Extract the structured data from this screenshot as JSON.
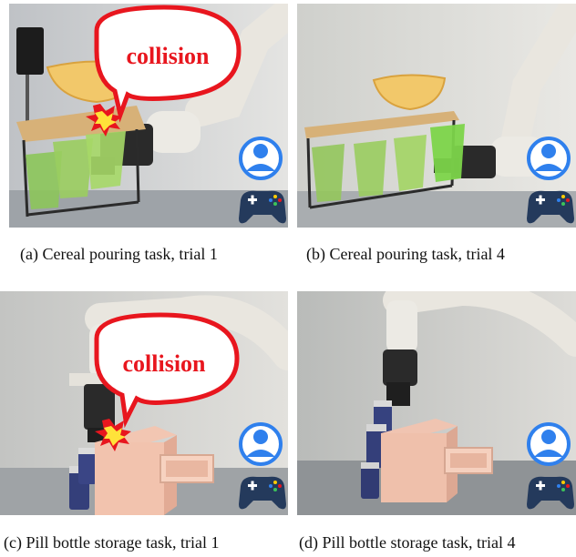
{
  "panels": [
    {
      "id": "a",
      "caption": "(a) Cereal pouring task, trial 1",
      "bubble_text": "collision"
    },
    {
      "id": "b",
      "caption": "(b) Cereal pouring task, trial 4"
    },
    {
      "id": "c",
      "caption": "(c) Pill bottle storage task, trial 1",
      "bubble_text": "collision"
    },
    {
      "id": "d",
      "caption": "(d) Pill bottle storage task, trial 4"
    }
  ],
  "icons": [
    "user-avatar-icon",
    "gamepad-icon"
  ],
  "colors": {
    "collision_red": "#e8161e",
    "avatar_blue": "#2f80ed",
    "gamepad_navy": "#243a5c"
  }
}
